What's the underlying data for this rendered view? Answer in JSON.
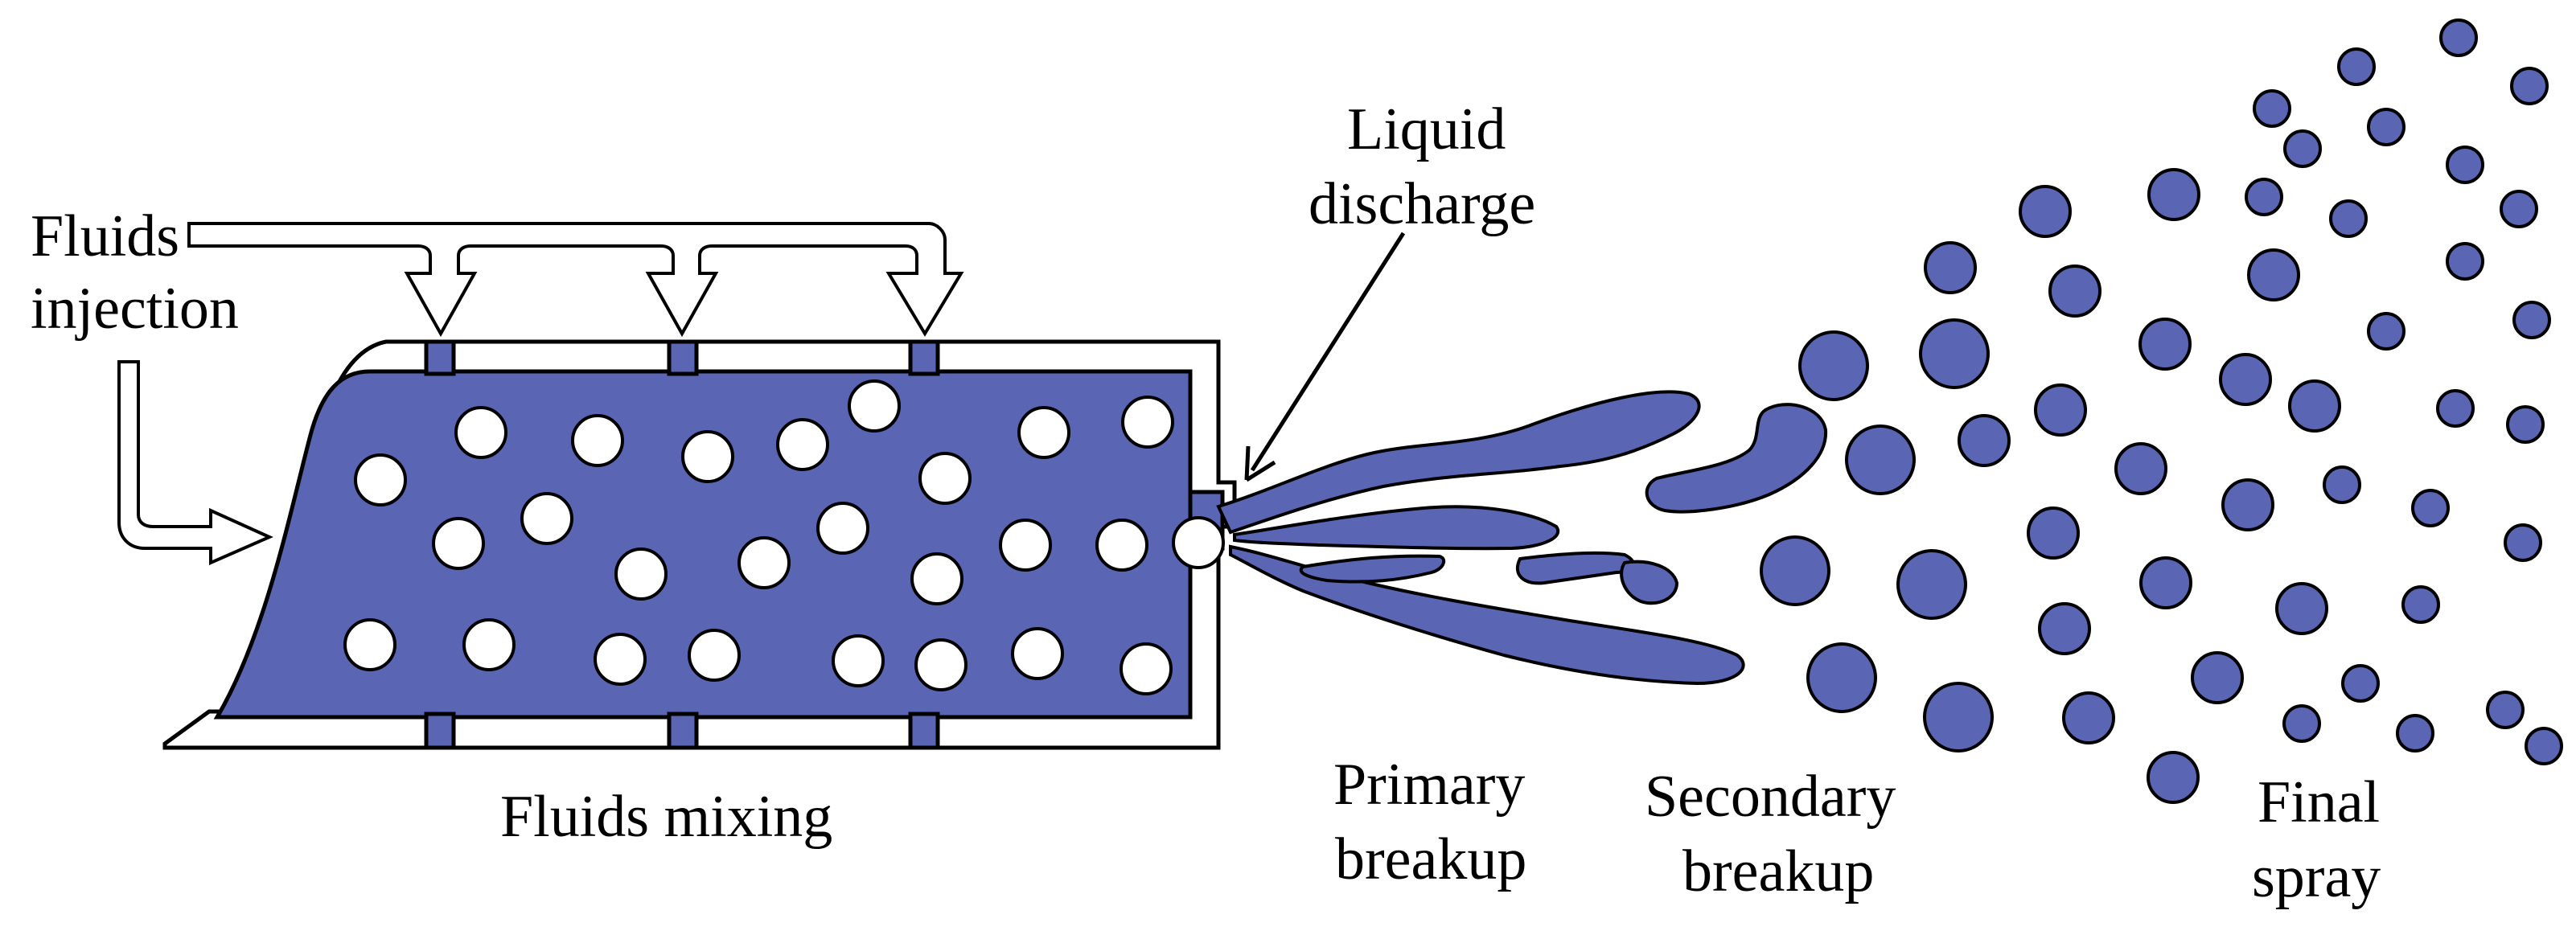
{
  "labels": {
    "fluids_injection": [
      "Fluids",
      "injection"
    ],
    "liquid_discharge": [
      "Liquid",
      "discharge"
    ],
    "fluids_mixing": "Fluids mixing",
    "primary_breakup": [
      "Primary",
      "breakup"
    ],
    "secondary_breakup": [
      "Secondary",
      "breakup"
    ],
    "final_spray": [
      "Final",
      "spray"
    ]
  },
  "colors": {
    "fluid": "#5a66b4",
    "bubble": "#ffffff",
    "outline": "#000000"
  }
}
